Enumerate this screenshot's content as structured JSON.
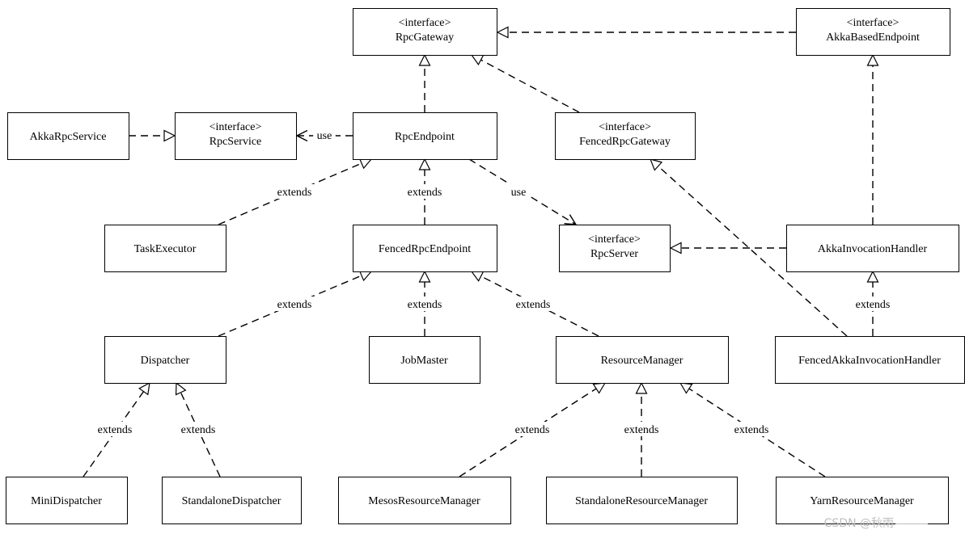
{
  "diagram": {
    "nodes": [
      {
        "id": "rpc-gateway",
        "stereotype": "<interface>",
        "name": "RpcGateway"
      },
      {
        "id": "akka-based-endpoint",
        "stereotype": "<interface>",
        "name": "AkkaBasedEndpoint"
      },
      {
        "id": "akka-rpc-service",
        "stereotype": "",
        "name": "AkkaRpcService"
      },
      {
        "id": "rpc-service",
        "stereotype": "<interface>",
        "name": "RpcService"
      },
      {
        "id": "rpc-endpoint",
        "stereotype": "",
        "name": "RpcEndpoint"
      },
      {
        "id": "fenced-rpc-gateway",
        "stereotype": "<interface>",
        "name": "FencedRpcGateway"
      },
      {
        "id": "task-executor",
        "stereotype": "",
        "name": "TaskExecutor"
      },
      {
        "id": "fenced-rpc-endpoint",
        "stereotype": "",
        "name": "FencedRpcEndpoint"
      },
      {
        "id": "rpc-server",
        "stereotype": "<interface>",
        "name": "RpcServer"
      },
      {
        "id": "akka-invocation-handler",
        "stereotype": "",
        "name": "AkkaInvocationHandler"
      },
      {
        "id": "dispatcher",
        "stereotype": "",
        "name": "Dispatcher"
      },
      {
        "id": "job-master",
        "stereotype": "",
        "name": "JobMaster"
      },
      {
        "id": "resource-manager",
        "stereotype": "",
        "name": "ResourceManager"
      },
      {
        "id": "fenced-akka-invocation-handler",
        "stereotype": "",
        "name": "FencedAkkaInvocationHandler"
      },
      {
        "id": "mini-dispatcher",
        "stereotype": "",
        "name": "MiniDispatcher"
      },
      {
        "id": "standalone-dispatcher",
        "stereotype": "",
        "name": "StandaloneDispatcher"
      },
      {
        "id": "mesos-resource-manager",
        "stereotype": "",
        "name": "MesosResourceManager"
      },
      {
        "id": "standalone-resource-manager",
        "stereotype": "",
        "name": "StandaloneResourceManager"
      },
      {
        "id": "yarn-resource-manager",
        "stereotype": "",
        "name": "YarnResourceManager"
      }
    ],
    "edges": [
      {
        "id": "e1",
        "from": "akka-based-endpoint",
        "to": "rpc-gateway",
        "label": "",
        "arrow": "hollow"
      },
      {
        "id": "e2",
        "from": "rpc-endpoint",
        "to": "rpc-gateway",
        "label": "",
        "arrow": "hollow"
      },
      {
        "id": "e3",
        "from": "fenced-rpc-gateway",
        "to": "rpc-gateway",
        "label": "",
        "arrow": "hollow"
      },
      {
        "id": "e4",
        "from": "akka-rpc-service",
        "to": "rpc-service",
        "label": "",
        "arrow": "hollow"
      },
      {
        "id": "e5",
        "from": "rpc-endpoint",
        "to": "rpc-service",
        "label": "use",
        "arrow": "open"
      },
      {
        "id": "e6",
        "from": "task-executor",
        "to": "rpc-endpoint",
        "label": "extends",
        "arrow": "hollow"
      },
      {
        "id": "e7",
        "from": "fenced-rpc-endpoint",
        "to": "rpc-endpoint",
        "label": "extends",
        "arrow": "hollow"
      },
      {
        "id": "e8",
        "from": "rpc-endpoint",
        "to": "rpc-server",
        "label": "use",
        "arrow": "open"
      },
      {
        "id": "e9",
        "from": "akka-invocation-handler",
        "to": "rpc-server",
        "label": "",
        "arrow": "hollow"
      },
      {
        "id": "e10",
        "from": "akka-invocation-handler",
        "to": "akka-based-endpoint",
        "label": "",
        "arrow": "hollow"
      },
      {
        "id": "e11",
        "from": "fenced-akka-invocation-handler",
        "to": "fenced-rpc-gateway",
        "label": "",
        "arrow": "hollow"
      },
      {
        "id": "e12",
        "from": "fenced-akka-invocation-handler",
        "to": "akka-invocation-handler",
        "label": "extends",
        "arrow": "hollow"
      },
      {
        "id": "e13",
        "from": "dispatcher",
        "to": "fenced-rpc-endpoint",
        "label": "extends",
        "arrow": "hollow"
      },
      {
        "id": "e14",
        "from": "job-master",
        "to": "fenced-rpc-endpoint",
        "label": "extends",
        "arrow": "hollow"
      },
      {
        "id": "e15",
        "from": "resource-manager",
        "to": "fenced-rpc-endpoint",
        "label": "extends",
        "arrow": "hollow"
      },
      {
        "id": "e16",
        "from": "mini-dispatcher",
        "to": "dispatcher",
        "label": "extends",
        "arrow": "hollow"
      },
      {
        "id": "e17",
        "from": "standalone-dispatcher",
        "to": "dispatcher",
        "label": "extends",
        "arrow": "hollow"
      },
      {
        "id": "e18",
        "from": "mesos-resource-manager",
        "to": "resource-manager",
        "label": "extends",
        "arrow": "hollow"
      },
      {
        "id": "e19",
        "from": "standalone-resource-manager",
        "to": "resource-manager",
        "label": "extends",
        "arrow": "hollow"
      },
      {
        "id": "e20",
        "from": "yarn-resource-manager",
        "to": "resource-manager",
        "label": "extends",
        "arrow": "hollow"
      }
    ]
  },
  "watermark": {
    "text": "CSDN @秋雨"
  }
}
